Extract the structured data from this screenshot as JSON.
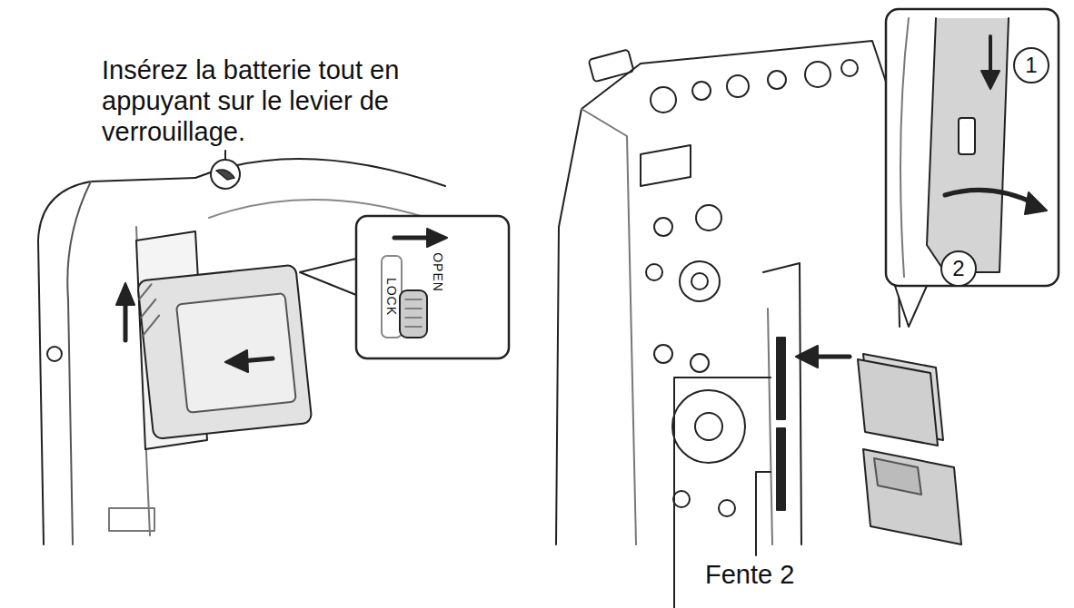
{
  "diagram": {
    "labels": [
      "Insérez la batterie tout en appuyant sur le levier de verrouillage.",
      "LOCK",
      "OPEN",
      "1",
      "2",
      "Fente 2"
    ]
  }
}
